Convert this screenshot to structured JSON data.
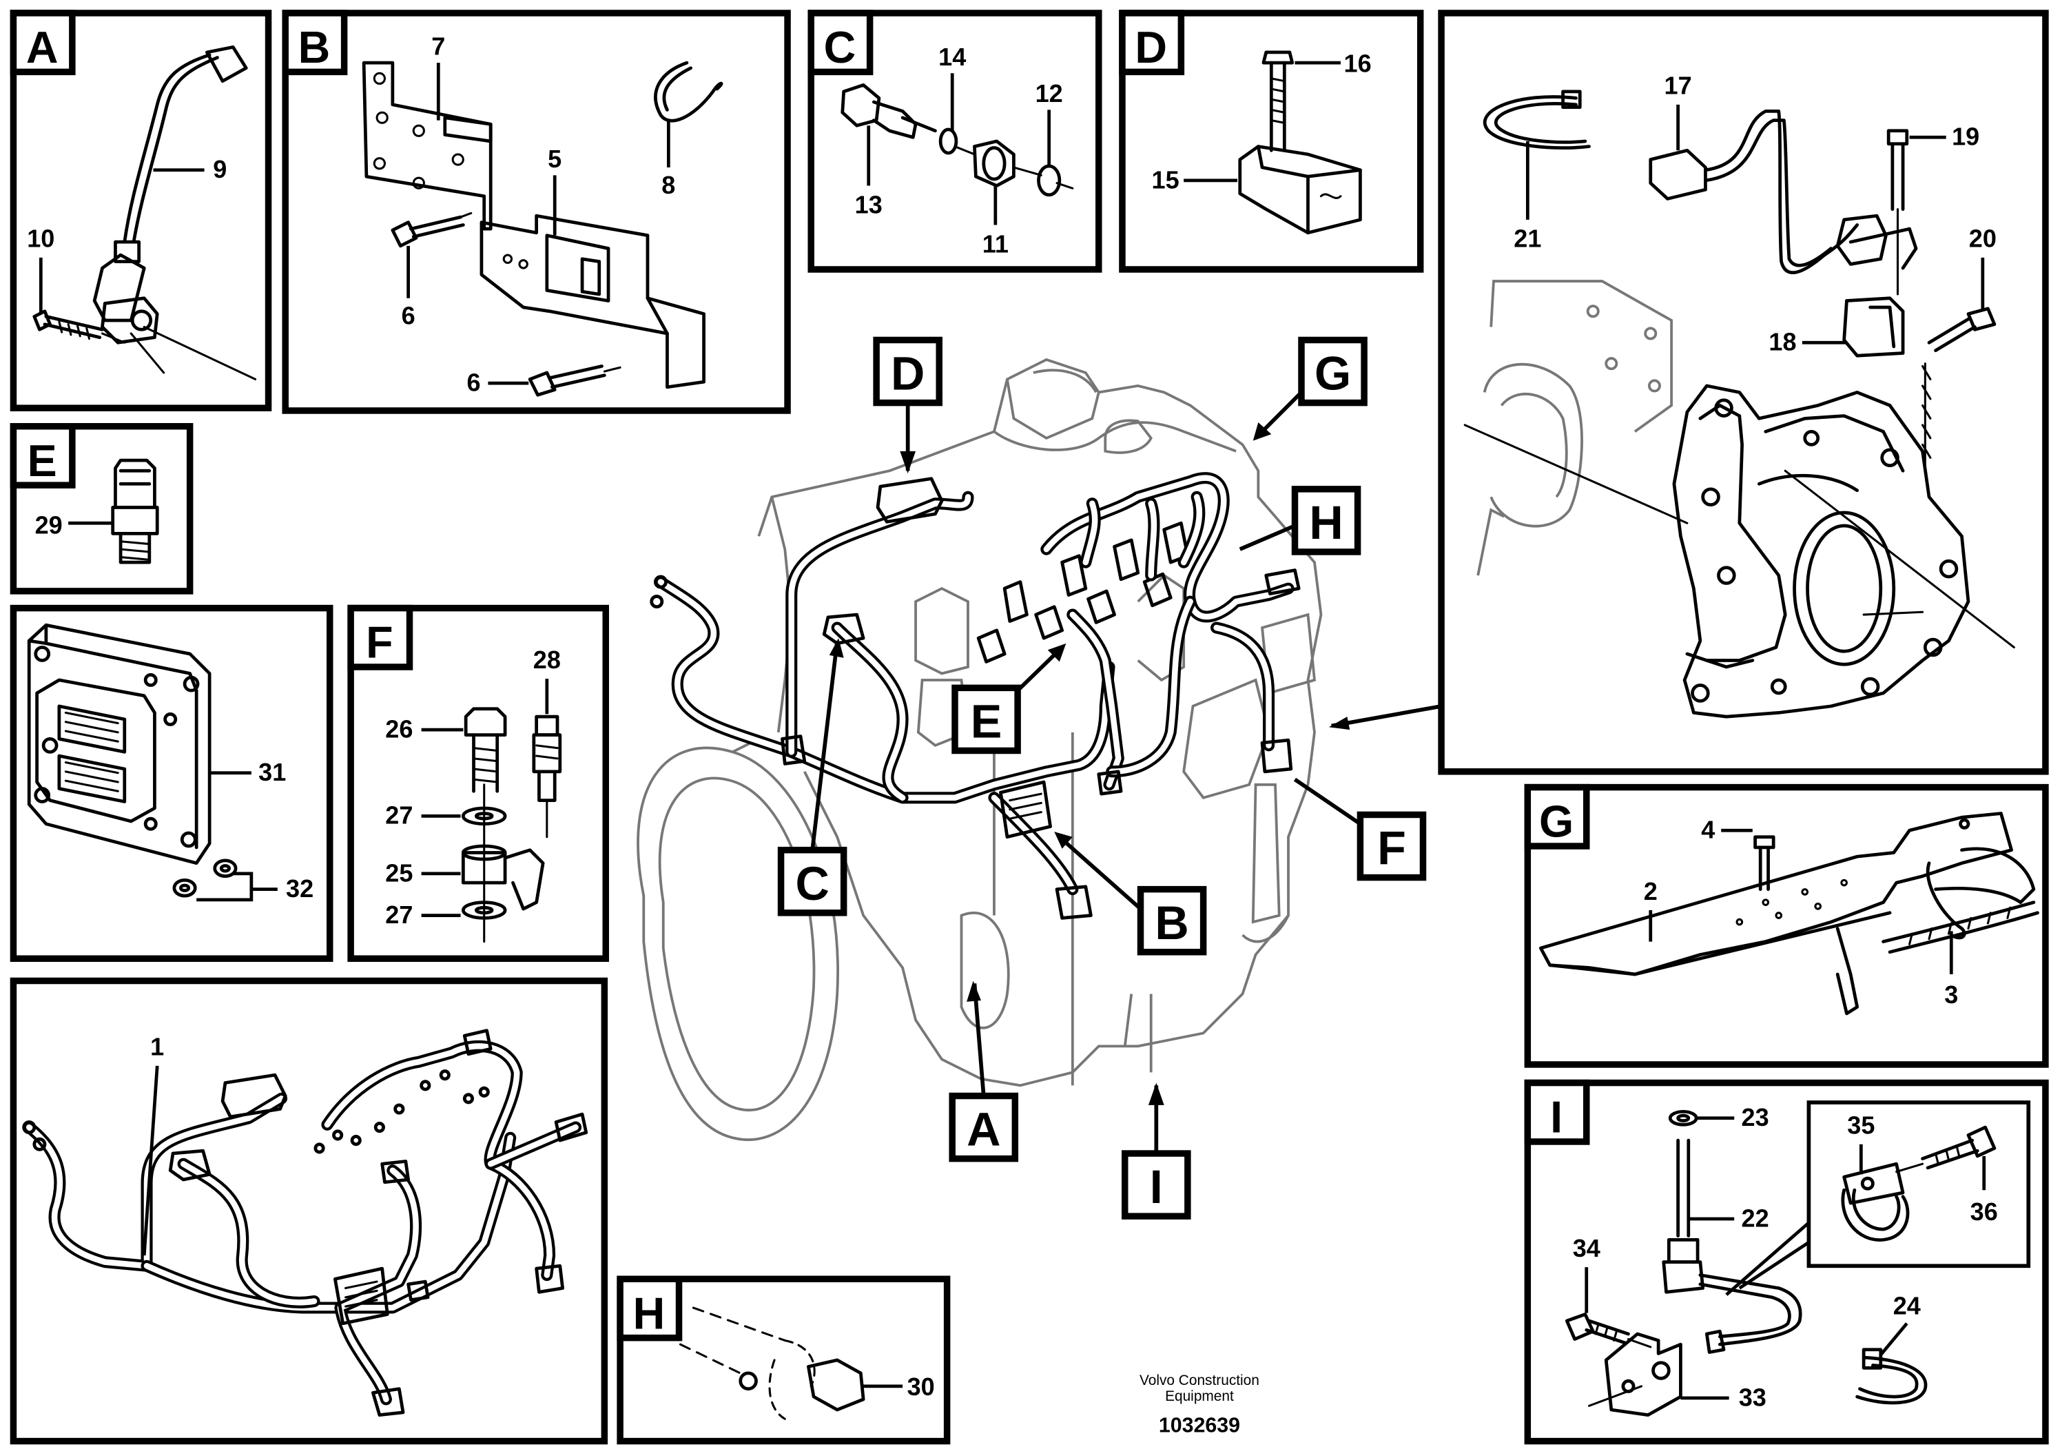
{
  "panels": {
    "A": {
      "letter": "A",
      "items": [
        "9",
        "10"
      ]
    },
    "B": {
      "letter": "B",
      "items": [
        "7",
        "5",
        "8",
        "6",
        "6"
      ]
    },
    "C": {
      "letter": "C",
      "items": [
        "14",
        "12",
        "13",
        "11"
      ]
    },
    "D": {
      "letter": "D",
      "items": [
        "16",
        "15"
      ]
    },
    "E": {
      "letter": "E",
      "items": [
        "29"
      ]
    },
    "F": {
      "letter": "F",
      "items": [
        "28",
        "26",
        "27",
        "25",
        "27"
      ]
    },
    "ecu": {
      "items": [
        "31",
        "32"
      ]
    },
    "harness": {
      "items": [
        "1"
      ]
    },
    "H": {
      "letter": "H",
      "items": [
        "30"
      ]
    },
    "detail": {
      "items": [
        "17",
        "19",
        "21",
        "20",
        "18"
      ]
    },
    "G": {
      "letter": "G",
      "items": [
        "4",
        "2",
        "3"
      ]
    },
    "I": {
      "letter": "I",
      "items": [
        "23",
        "35",
        "22",
        "36",
        "34",
        "24",
        "33"
      ]
    }
  },
  "engine_callouts": [
    "D",
    "G",
    "H",
    "E",
    "C",
    "B",
    "F",
    "A",
    "I"
  ],
  "credit": {
    "company": "Volvo Construction",
    "company2": "Equipment",
    "drawing_no": "1032639"
  }
}
